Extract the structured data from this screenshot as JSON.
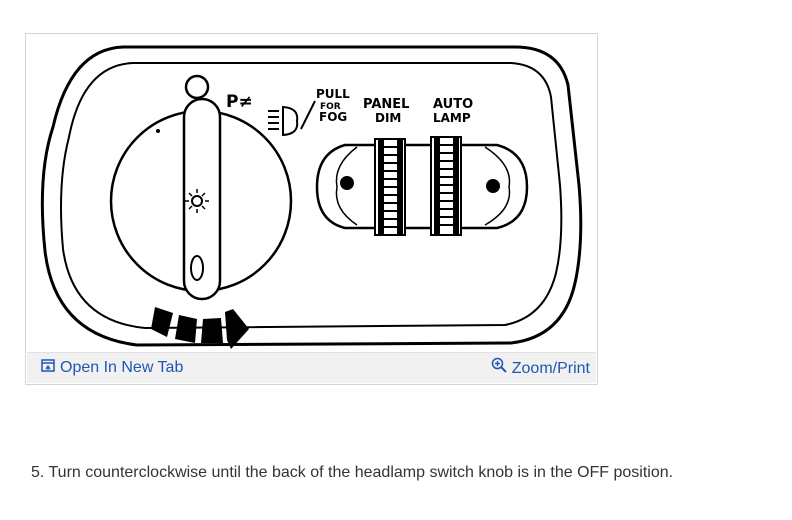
{
  "figure": {
    "labels": {
      "pull": "PULL",
      "for": "FOR",
      "fog": "FOG",
      "panel": "PANEL",
      "dim": "DIM",
      "auto": "AUTO",
      "lamp": "LAMP",
      "parking_symbol": "P≠"
    }
  },
  "footer": {
    "open_tab_label": "Open In New Tab",
    "zoom_print_label": "Zoom/Print"
  },
  "caption": "5. Turn counterclockwise until the back of the headlamp switch knob is in the OFF position.",
  "colors": {
    "link": "#1f56b4",
    "footer_bg": "#f1f1f1",
    "caption_text": "#333333"
  }
}
